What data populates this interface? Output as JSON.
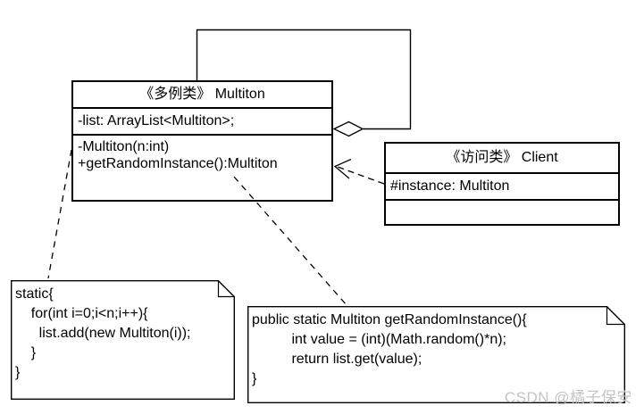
{
  "classes": {
    "multiton": {
      "title": "《多例类》 Multiton",
      "attributes": [
        "-list: ArrayList<Multiton>;"
      ],
      "methods": [
        "-Multiton(n:int)",
        "+getRandomInstance():Multiton"
      ]
    },
    "client": {
      "title": "《访问类》 Client",
      "attributes": [
        "#instance: Multiton"
      ],
      "methods": []
    }
  },
  "notes": {
    "static_init": {
      "lines": [
        "static{",
        "    for(int i=0;i<n;i++){",
        "      list.add(new Multiton(i));",
        "    }",
        "}"
      ]
    },
    "get_random": {
      "lines": [
        "public static Multiton getRandomInstance(){",
        "          int value = (int)(Math.random()*n);",
        "          return list.get(value);",
        "}"
      ]
    }
  },
  "relationships": {
    "self_aggregation": "aggregation-diamond",
    "client_dependency": "dashed-open-arrow"
  },
  "watermark": {
    "text": "CSDN @橘子保安",
    "color": "#c4c4c4"
  },
  "colors": {
    "line": "#000000",
    "background": "#ffffff",
    "box_fill": "#ffffff"
  }
}
